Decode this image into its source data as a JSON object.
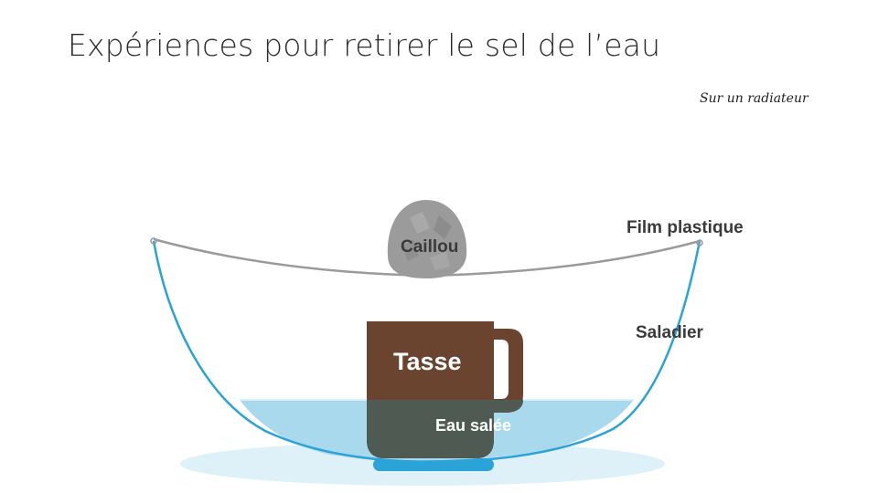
{
  "slide": {
    "title": "Expériences pour retirer le sel de l’eau",
    "subtitle": "Sur un radiateur"
  },
  "diagram": {
    "labels": {
      "rock": "Caillou",
      "film": "Film plastique",
      "bowl": "Saladier",
      "cup": "Tasse",
      "water": "Eau salée"
    },
    "colors": {
      "bowl_outline": "#2aa3d8",
      "water": "#a9d9ec",
      "film": "#9a9a9a",
      "rock": "#9b9b9b",
      "cup": "#6b4430",
      "cup_submerged": "#4e5a52",
      "base_shadow": "#dff1f8",
      "base_pad": "#2aa3d8"
    }
  }
}
